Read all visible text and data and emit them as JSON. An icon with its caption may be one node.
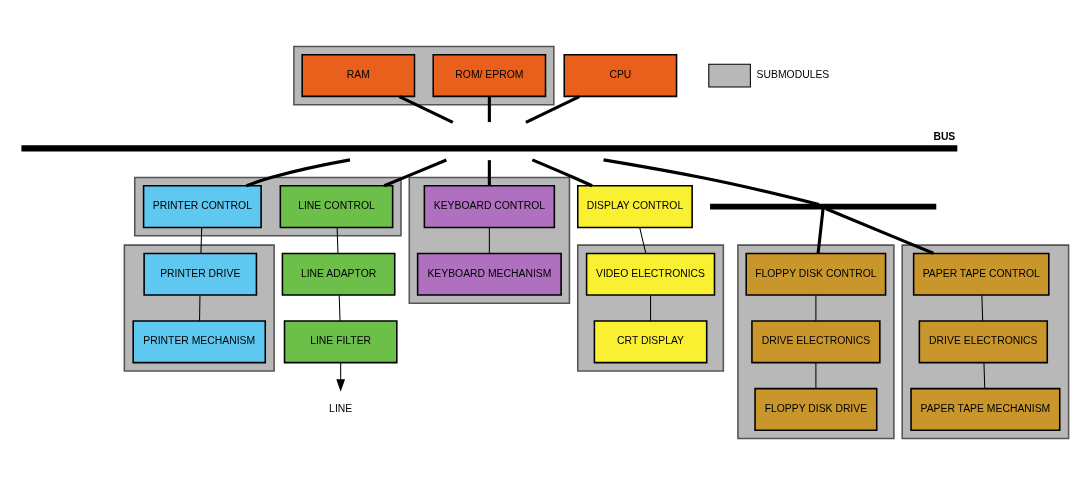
{
  "diagram": {
    "nodes": [
      {
        "text": [],
        "shape": "box"
      },
      {
        "text": [
          "ROM/ EPROM"
        ],
        "in": 0
      },
      {
        "text": [
          "RAM"
        ],
        "in": 0
      },
      {
        "text": [
          "CPU"
        ]
      },
      {
        "text": [
          "BUS"
        ]
      },
      {
        "text": [],
        "shape": "box"
      },
      {
        "text": [
          "PRINTER CONTROL"
        ],
        "in": 5
      },
      {
        "text": [
          "LINE CONTROL"
        ],
        "in": 5
      },
      {
        "text": [
          "DISPLAY CONTROL"
        ]
      },
      {
        "text": [],
        "shape": "box"
      },
      {
        "text": [
          "KEYBOARD CONTROL"
        ],
        "in": 9
      },
      {
        "text": [
          "KEYBOARD MECHANISM"
        ],
        "in": 9
      },
      {
        "text": [],
        "shape": "box"
      },
      {
        "text": [
          "PRINTER DRIVE"
        ],
        "in": 12
      },
      {
        "text": [
          "PRINTER MECHANISM"
        ],
        "in": 12
      },
      {
        "text": [
          "LINE ADAPTOR"
        ]
      },
      {
        "text": [
          "LINE FILTER"
        ]
      },
      {
        "text": [],
        "shape": "box"
      },
      {
        "text": [
          "VIDEO ELECTRONICS"
        ],
        "in": 17
      },
      {
        "text": [
          "CRT DISPLAY"
        ],
        "in": 17
      },
      {
        "text": [],
        "shape": "bar"
      },
      {
        "text": [],
        "shape": "box"
      },
      {
        "text": [
          "FLOPPY DISK CONTROL"
        ],
        "in": 21
      },
      {
        "text": [
          "DRIVE ELECTRONICS"
        ],
        "in": 21
      },
      {
        "text": [
          "FLOPPY DISK DRIVE"
        ],
        "in": 21
      },
      {
        "text": [],
        "shape": "box"
      },
      {
        "text": [
          "PAPER TAPE CONTROL"
        ],
        "in": 25
      },
      {
        "text": [
          "DRIVE ELECTRONICS"
        ],
        "in": 25
      },
      {
        "text": [
          "PAPER TAPE MECHANISM"
        ],
        "in": 25
      },
      {
        "text": [
          "LINE"
        ]
      }
    ],
    "edges": [
      {
        "from": 1,
        "to": 4,
        "arrow": "none",
        "style": "thick"
      },
      {
        "from": 2,
        "to": 4,
        "arrow": "none",
        "style": "thick"
      },
      {
        "from": 3,
        "to": 4,
        "arrow": "none",
        "style": "thick"
      },
      {
        "from": 4,
        "to": 10,
        "arrow": "none",
        "style": "thick"
      },
      {
        "from": 4,
        "to": 6,
        "arrow": "none",
        "style": "thick"
      },
      {
        "from": 4,
        "to": 7,
        "arrow": "none",
        "style": "thick"
      },
      {
        "from": 4,
        "to": 8,
        "arrow": "none",
        "style": "thick"
      },
      {
        "from": 4,
        "to": 20,
        "arrow": "none",
        "style": "thick"
      },
      {
        "from": 20,
        "to": 22,
        "arrow": "none",
        "style": "thick"
      },
      {
        "from": 20,
        "to": 26,
        "arrow": "none",
        "style": "thick"
      },
      {
        "from": 10,
        "to": 11,
        "arrow": "none"
      },
      {
        "from": 6,
        "to": 13,
        "arrow": "none"
      },
      {
        "from": 13,
        "to": 14,
        "arrow": "none"
      },
      {
        "from": 7,
        "to": 15,
        "arrow": "none"
      },
      {
        "from": 15,
        "to": 16,
        "arrow": "none"
      },
      {
        "from": 16,
        "to": 29,
        "arrow": "to"
      },
      {
        "from": 8,
        "to": 18,
        "arrow": "none"
      },
      {
        "from": 18,
        "to": 19,
        "arrow": "none"
      },
      {
        "from": 22,
        "to": 23,
        "arrow": "none"
      },
      {
        "from": 23,
        "to": 24,
        "arrow": "none"
      },
      {
        "from": 26,
        "to": 27,
        "arrow": "none"
      },
      {
        "from": 27,
        "to": 28,
        "arrow": "none"
      }
    ],
    "legend": [
      {
        "text": "SUBMODULES",
        "color": "#b8b8b8"
      }
    ]
  }
}
